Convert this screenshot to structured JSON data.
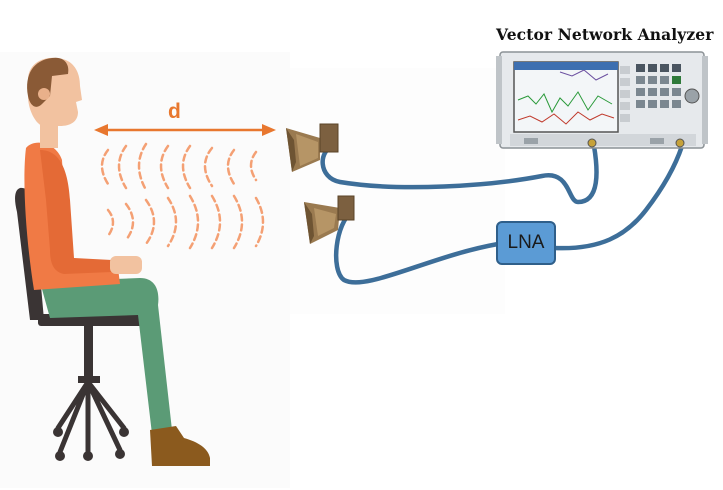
{
  "labels": {
    "vna_title": "Vector Network Analyzer",
    "distance": "d",
    "lna": "LNA"
  },
  "colors": {
    "accent_orange": "#e8772e",
    "cable_blue": "#3d6e99",
    "lna_fill": "#5b9bd5",
    "shirt": "#f07a45",
    "pants": "#5b9b76",
    "skin": "#f2c2a0",
    "hair": "#8a5a36",
    "chair": "#3a3434",
    "shoes": "#8b5a1e",
    "horn": "#9a7a50"
  },
  "icons": [
    "person-icon",
    "office-chair-icon",
    "horn-antenna-icon",
    "vector-network-analyzer-icon",
    "rf-cable-icon"
  ]
}
